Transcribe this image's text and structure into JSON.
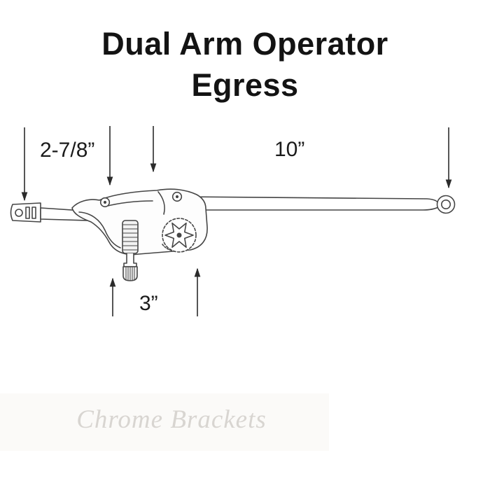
{
  "title": {
    "line1": "Dual Arm Operator",
    "line2": "Egress"
  },
  "dimensions": {
    "short_arm": "2-7/8”",
    "long_arm": "10”",
    "base": "3”"
  },
  "watermark": {
    "text": "Chrome Brackets"
  },
  "colors": {
    "line": "#454545",
    "arrow": "#2b2b2b",
    "text": "#1b1b1b",
    "watermark_text": "#d8d5d1"
  }
}
